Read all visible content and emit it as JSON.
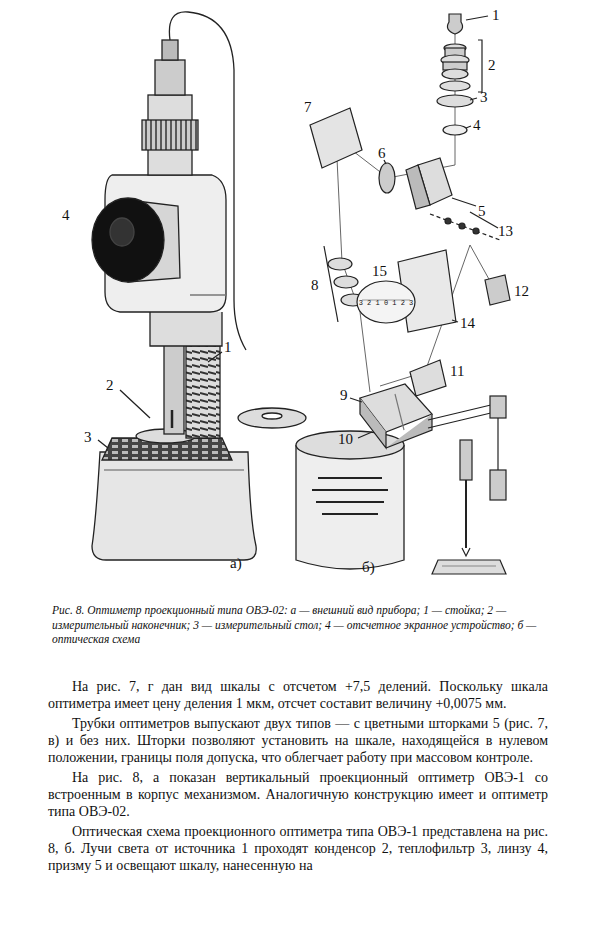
{
  "diagram": {
    "caption": "Рис. 8. Оптиметр проекционный типа ОВЭ-02: а — внешний вид прибора; 1 — стойка; 2 — измерительный наконечник; 3 — измерительный стол; 4 — отсчетное экранное устройство; б — оптическая схема",
    "labels": [
      "4",
      "2",
      "3",
      "1",
      "а)",
      "1",
      "2",
      "3",
      "4",
      "5",
      "6",
      "7",
      "8",
      "13",
      "12",
      "15",
      "14",
      "11",
      "9",
      "10",
      "б)",
      "3 2 1 0 1 2 3",
      "На рис. 7, г дан вид шкалы с отсчетом +7,5 делений. Поскольку шкала оптиметра имеет цену деления 1 мкм, отсчет составит величину +0,0075 мм.",
      "Трубки оптиметров выпускают двух типов — с цветными шторками 5 (рис. 7, в) и без них. Шторки позволяют установить на шкале, находящейся в нулевом положении, границы поля допуска, что облегчает работу при массовом контроле.",
      "На рис. 8, а показан вертикальный проекционный оптиметр ОВЭ-1 со встроенным в корпус механизмом. Аналогичную конструкцию имеет и оптиметр типа ОВЭ-02.",
      "Оптическая схема проекционного оптиметра типа ОВЭ-1 представлена на рис. 8, б. Лучи света от источника 1 проходят конденсор 2, теплофильтр 3, линзу 4, призму 5 и освещают шкалу, нанесенную на"
    ]
  }
}
